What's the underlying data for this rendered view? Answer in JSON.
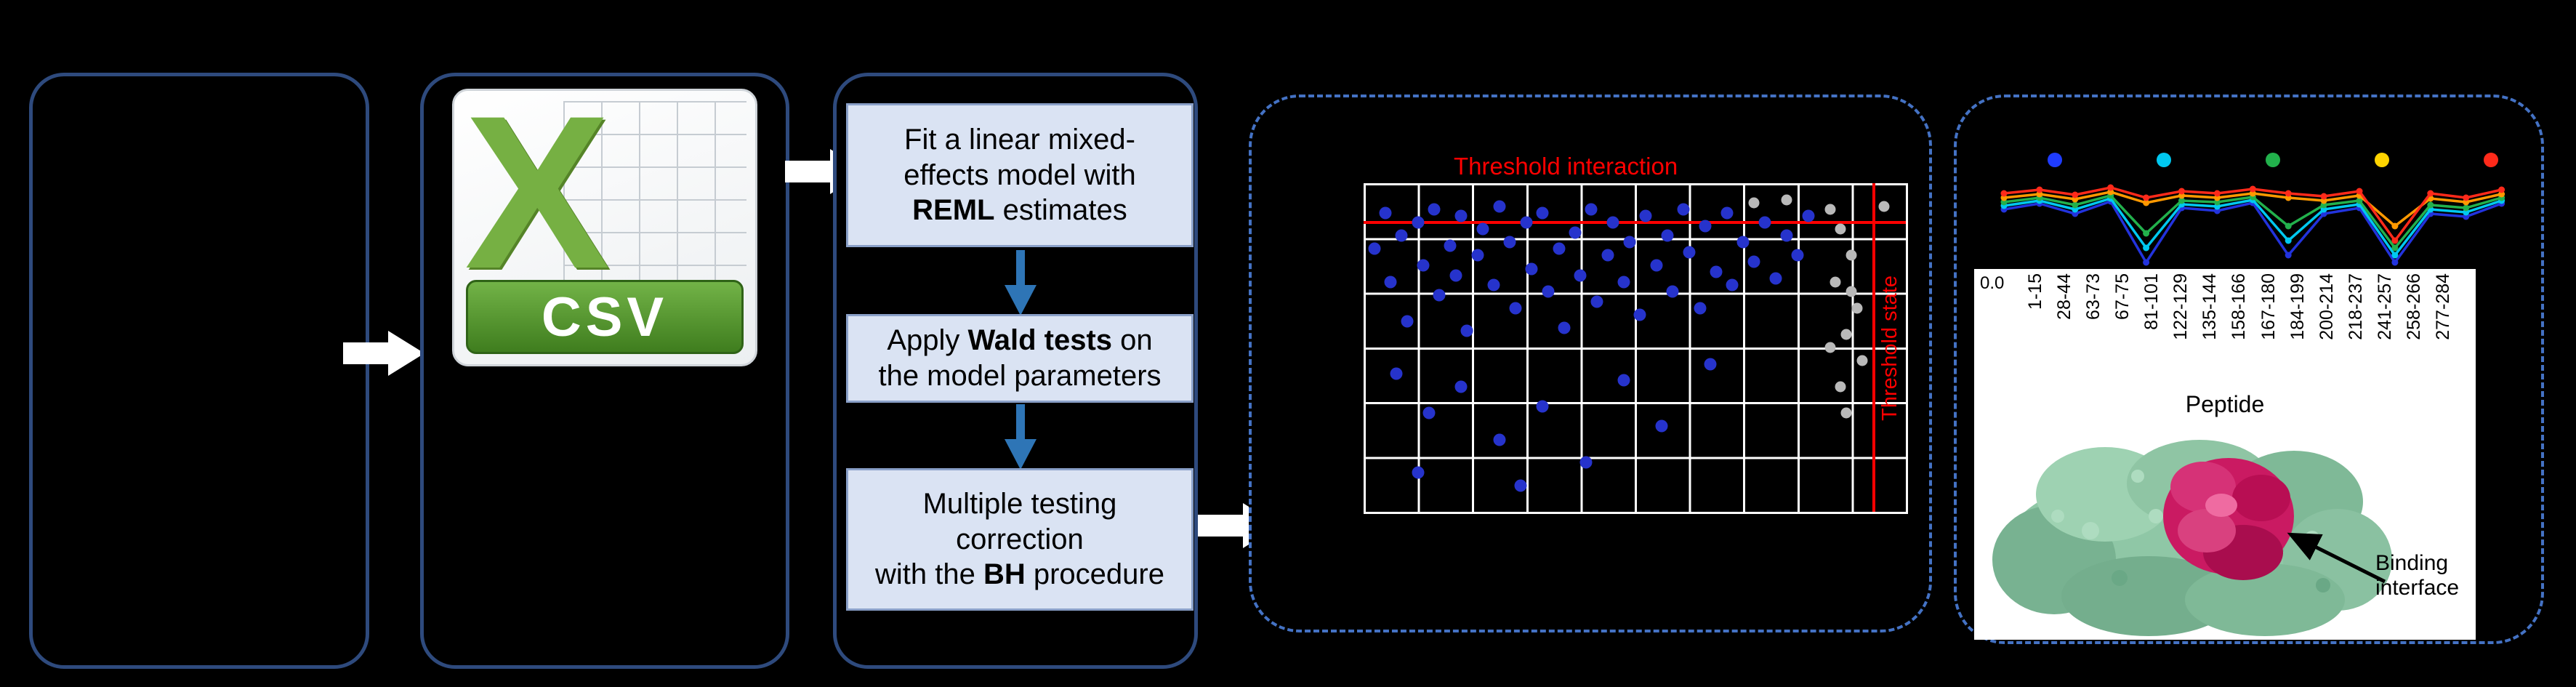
{
  "figure": {
    "csv_icon": {
      "letter": "X",
      "label": "CSV"
    },
    "steps": {
      "step1": {
        "pre": "Fit a linear mixed-\neffects model with\n",
        "bold": "REML",
        "post": " estimates"
      },
      "step2": {
        "pre": "Apply ",
        "bold": "Wald tests",
        "post": " on\nthe model parameters"
      },
      "step3": {
        "pre": "Multiple testing\ncorrection\nwith the ",
        "bold": "BH",
        "post": " procedure"
      }
    },
    "scatter": {
      "title": "Threshold interaction",
      "right_label": "Threshold state",
      "threshold_color": "#ff0000",
      "dot_color_blue": "#2633cc",
      "dot_color_gray": "#b9b9b9",
      "threshold_y_pct": 11.5,
      "threshold_x_pct": 93.8,
      "blue_points": [
        [
          2,
          20
        ],
        [
          4,
          9
        ],
        [
          5,
          30
        ],
        [
          7,
          16
        ],
        [
          8,
          42
        ],
        [
          10,
          12
        ],
        [
          11,
          25
        ],
        [
          13,
          8
        ],
        [
          14,
          34
        ],
        [
          16,
          19
        ],
        [
          17,
          28
        ],
        [
          18,
          10
        ],
        [
          19,
          45
        ],
        [
          21,
          22
        ],
        [
          22,
          14
        ],
        [
          24,
          31
        ],
        [
          25,
          7
        ],
        [
          27,
          18
        ],
        [
          28,
          38
        ],
        [
          30,
          12
        ],
        [
          31,
          26
        ],
        [
          33,
          9
        ],
        [
          34,
          33
        ],
        [
          36,
          20
        ],
        [
          37,
          44
        ],
        [
          39,
          15
        ],
        [
          40,
          28
        ],
        [
          42,
          8
        ],
        [
          43,
          36
        ],
        [
          45,
          22
        ],
        [
          46,
          12
        ],
        [
          48,
          30
        ],
        [
          49,
          18
        ],
        [
          51,
          40
        ],
        [
          52,
          10
        ],
        [
          54,
          25
        ],
        [
          56,
          16
        ],
        [
          57,
          33
        ],
        [
          59,
          8
        ],
        [
          60,
          21
        ],
        [
          62,
          38
        ],
        [
          63,
          13
        ],
        [
          65,
          27
        ],
        [
          67,
          9
        ],
        [
          68,
          31
        ],
        [
          70,
          18
        ],
        [
          72,
          24
        ],
        [
          74,
          12
        ],
        [
          76,
          29
        ],
        [
          78,
          16
        ],
        [
          80,
          22
        ],
        [
          82,
          10
        ],
        [
          6,
          58
        ],
        [
          12,
          70
        ],
        [
          18,
          62
        ],
        [
          25,
          78
        ],
        [
          33,
          68
        ],
        [
          41,
          85
        ],
        [
          48,
          60
        ],
        [
          55,
          74
        ],
        [
          10,
          88
        ],
        [
          64,
          55
        ],
        [
          29,
          92
        ]
      ],
      "gray_points": [
        [
          86,
          8
        ],
        [
          88,
          14
        ],
        [
          90,
          22
        ],
        [
          87,
          30
        ],
        [
          91,
          38
        ],
        [
          89,
          46
        ],
        [
          92,
          54
        ],
        [
          88,
          62
        ],
        [
          90,
          33
        ],
        [
          86,
          50
        ],
        [
          72,
          6
        ],
        [
          78,
          5
        ],
        [
          96,
          7
        ],
        [
          89,
          70
        ]
      ]
    },
    "profile_chart": {
      "legend_colors": [
        "#1f3cff",
        "#00c8f0",
        "#22b14c",
        "#ffd400",
        "#ff2a1a"
      ],
      "series": [
        {
          "name": "blue",
          "color": "#2233dd",
          "values": [
            82,
            74,
            88,
            71,
            155,
            80,
            84,
            73,
            145,
            88,
            80,
            155,
            88,
            92,
            74
          ]
        },
        {
          "name": "cyan",
          "color": "#00c8f0",
          "values": [
            77,
            70,
            82,
            67,
            135,
            75,
            78,
            69,
            125,
            82,
            75,
            145,
            82,
            86,
            70
          ]
        },
        {
          "name": "green",
          "color": "#22b14c",
          "values": [
            72,
            66,
            76,
            63,
            115,
            70,
            72,
            65,
            105,
            76,
            70,
            135,
            76,
            80,
            66
          ]
        },
        {
          "name": "orange",
          "color": "#ff9900",
          "values": [
            66,
            61,
            68,
            58,
            73,
            63,
            66,
            60,
            66,
            70,
            63,
            105,
            67,
            72,
            61
          ]
        },
        {
          "name": "red",
          "color": "#ff2a1a",
          "values": [
            60,
            55,
            62,
            52,
            66,
            57,
            60,
            54,
            60,
            64,
            57,
            125,
            60,
            66,
            55
          ]
        }
      ]
    },
    "peptide_axis": {
      "tick_zero": "0.0",
      "labels": [
        "1-15",
        "28-44",
        "63-73",
        "67-75",
        "81-101",
        "122-129",
        "135-144",
        "158-166",
        "167-180",
        "184-199",
        "200-214",
        "218-237",
        "241-257",
        "258-266",
        "277-284"
      ],
      "title": "Peptide"
    },
    "protein": {
      "annotation": "Binding\ninterface"
    }
  }
}
